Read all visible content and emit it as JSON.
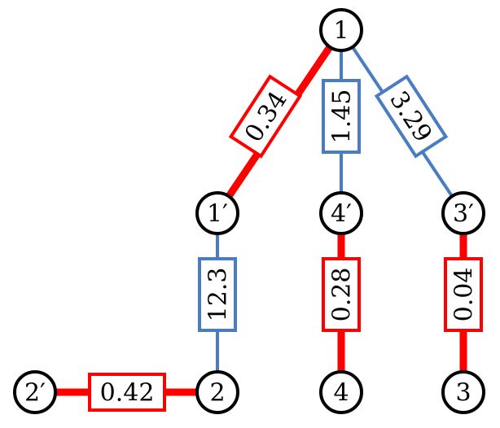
{
  "colors": {
    "red": "#ff0000",
    "blue": "#4a7cc4",
    "node_fill": "#ffffff",
    "node_stroke": "#000000"
  },
  "nodes": [
    {
      "id": "n1",
      "label": "1"
    },
    {
      "id": "n1p",
      "label": "1′"
    },
    {
      "id": "n4p",
      "label": "4′"
    },
    {
      "id": "n3p",
      "label": "3′"
    },
    {
      "id": "n2p",
      "label": "2′"
    },
    {
      "id": "n2",
      "label": "2"
    },
    {
      "id": "n4",
      "label": "4"
    },
    {
      "id": "n3",
      "label": "3"
    }
  ],
  "edges": [
    {
      "from": "n1",
      "to": "n1p",
      "color": "red",
      "label": "0.34"
    },
    {
      "from": "n1",
      "to": "n4p",
      "color": "blue",
      "label": "1.45"
    },
    {
      "from": "n1",
      "to": "n3p",
      "color": "blue",
      "label": "3.29"
    },
    {
      "from": "n1p",
      "to": "n2",
      "color": "blue",
      "label": "12.3"
    },
    {
      "from": "n4p",
      "to": "n4",
      "color": "red",
      "label": "0.28"
    },
    {
      "from": "n3p",
      "to": "n3",
      "color": "red",
      "label": "0.04"
    },
    {
      "from": "n2p",
      "to": "n2",
      "color": "red",
      "label": "0.42"
    }
  ]
}
